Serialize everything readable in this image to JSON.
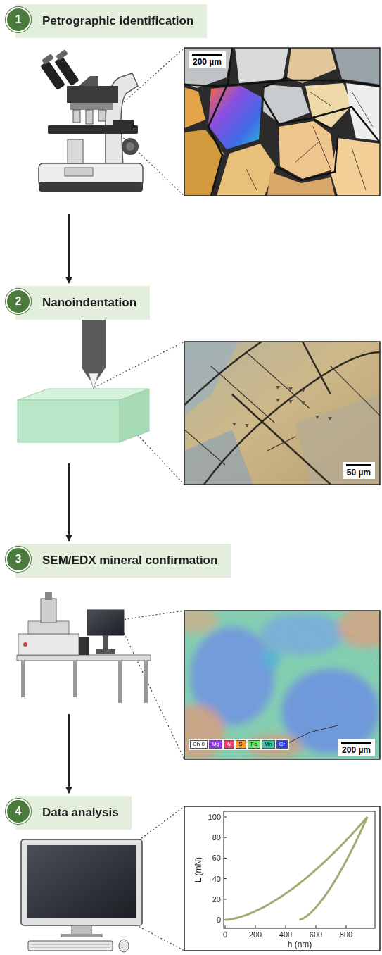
{
  "diagram": {
    "nodes": [
      {
        "text": [
          "Petrographic identification"
        ]
      },
      {
        "text": [
          "1"
        ],
        "in": 0
      },
      {
        "text": [
          "Nanoindentation"
        ]
      },
      {
        "text": [
          "2"
        ],
        "in": 2
      },
      {
        "text": [
          "SEM/EDX mineral confirmation"
        ]
      },
      {
        "text": [
          "3"
        ],
        "in": 4
      },
      {
        "text": [
          "Data analysis"
        ]
      },
      {
        "text": [
          "4"
        ],
        "in": 6
      }
    ],
    "edges": [
      {
        "from": 0,
        "to": 2,
        "arrow": "to"
      },
      {
        "from": 2,
        "to": 4,
        "arrow": "to"
      },
      {
        "from": 4,
        "to": 6,
        "arrow": "to"
      }
    ],
    "labels": [
      "200 µm",
      "50 µm",
      "200 µm",
      "100",
      "80",
      "60",
      "40",
      "20",
      "0",
      "0",
      "200",
      "400",
      "600",
      "800",
      "L (mN)",
      "h (nm)"
    ],
    "legend": [
      {
        "text": "Ch 0",
        "color": "#ffffff"
      },
      {
        "text": "Mg",
        "color": "#9933ff"
      },
      {
        "text": "Al",
        "color": "#ff3366"
      },
      {
        "text": "Si",
        "color": "#ff9933"
      },
      {
        "text": "Fe",
        "color": "#66ee66"
      },
      {
        "text": "Mn",
        "color": "#33ccaa"
      },
      {
        "text": "Cr",
        "color": "#3344ee"
      }
    ]
  }
}
